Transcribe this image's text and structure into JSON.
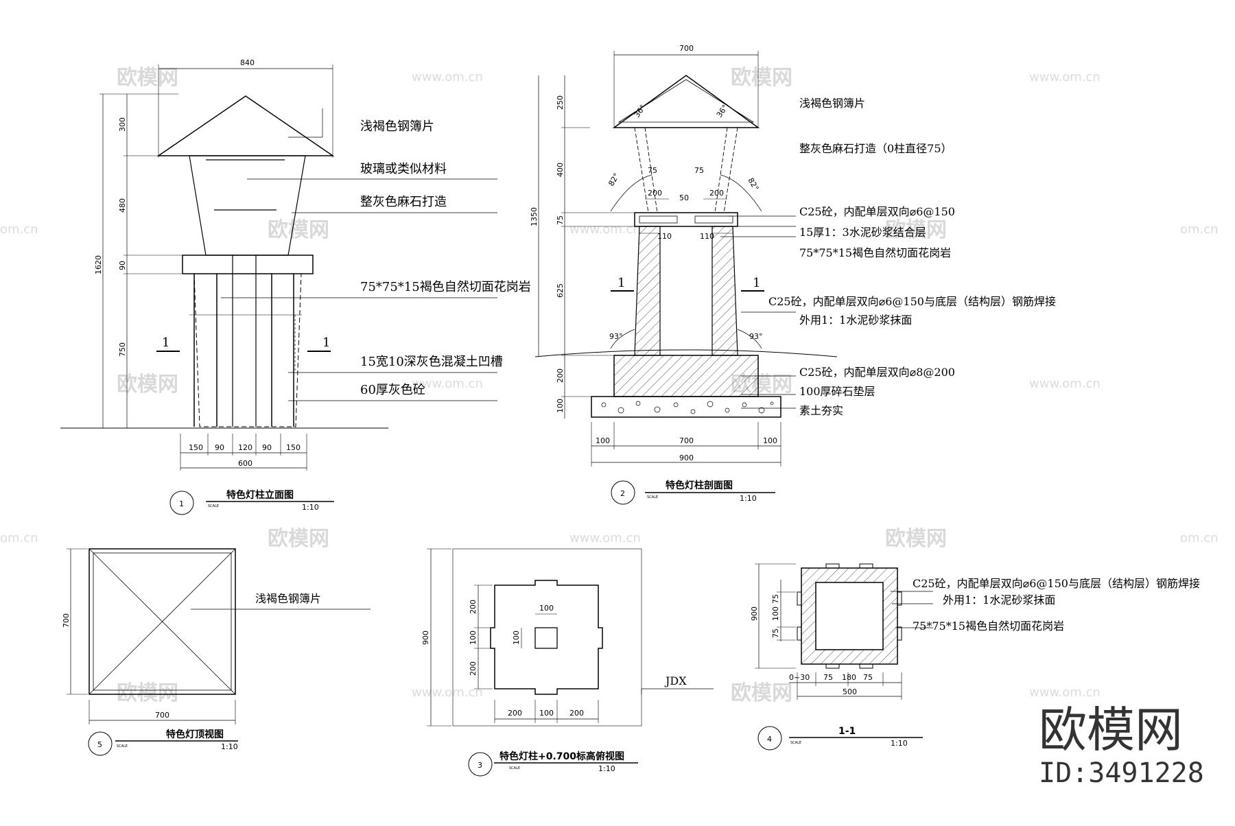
{
  "drawings": {
    "elevation": {
      "number": "1",
      "title": "特色灯柱立面图",
      "scale_label": "SCALE",
      "scale": "1:10",
      "labels": [
        "浅褐色钢簿片",
        "玻璃或类似材料",
        "整灰色麻石打造",
        "75*75*15褐色自然切面花岗岩",
        "15宽10深灰色混凝土凹槽",
        "60厚灰色砼"
      ],
      "dims_top": "840",
      "dims_left": [
        "300",
        "480",
        "90",
        "750"
      ],
      "dim_total": "1620",
      "dims_bottom": [
        "150",
        "90",
        "120",
        "90",
        "150"
      ],
      "dim_bottom_total": "600",
      "section_mark": "1"
    },
    "section": {
      "number": "2",
      "title": "特色灯柱剖面图",
      "scale_label": "SCALE",
      "scale": "1:10",
      "labels": [
        "浅褐色钢簿片",
        "整灰色麻石打造（0柱直径75）",
        "C25砼，内配单层双向⌀6@150",
        "15厚1：3水泥砂浆结合层",
        "75*75*15褐色自然切面花岗岩",
        "C25砼，内配单层双向⌀6@150与底层（结构层）钢筋焊接",
        "外用1：1水泥砂浆抹面",
        "C25砼，内配单层双向⌀8@200",
        "100厚碎石垫层",
        "素土夯实"
      ],
      "dims_top": "700",
      "dims_left": [
        "250",
        "400",
        "75",
        "625",
        "200",
        "100"
      ],
      "dim_total": "1350",
      "dims_inner": [
        "75",
        "75",
        "200",
        "50",
        "200",
        "110",
        "110"
      ],
      "angles": [
        "36°",
        "36°",
        "82°",
        "82°",
        "93°",
        "93°"
      ],
      "dims_bottom": [
        "100",
        "700",
        "100"
      ],
      "dim_bottom_total": "900",
      "section_mark": "1"
    },
    "plan_top": {
      "number": "3",
      "title": "特色灯柱+0.700标高俯视图",
      "scale_label": "SCALE",
      "scale": "1:10",
      "dims_left": [
        "200",
        "100",
        "200"
      ],
      "dim_total": "900",
      "dims_inner": [
        "100",
        "100"
      ],
      "dims_bottom": [
        "200",
        "100",
        "200"
      ],
      "label_jdx": "JDX"
    },
    "section_1_1": {
      "number": "4",
      "title": "1-1",
      "scale_label": "SCALE",
      "scale": "1:10",
      "labels": [
        "C25砼，内配单层双向⌀6@150与底层（结构层）钢筋焊接",
        "外用1：1水泥砂浆抹面",
        "75*75*15褐色自然切面花岗岩"
      ],
      "dims_left": [
        "75",
        "100",
        "75"
      ],
      "dim_total": "900",
      "dims_bottom": [
        "0~30",
        "75",
        "180",
        "75"
      ],
      "dim_bottom_total": "500"
    },
    "roof_plan": {
      "number": "5",
      "title": "特色灯顶视图",
      "scale_label": "SCALE",
      "scale": "1:10",
      "label": "浅褐色钢簿片",
      "dim_left": "700",
      "dim_bottom": "700"
    }
  },
  "watermark": {
    "logo_text": "欧模网",
    "url": "www.om.cn",
    "url_short": "om.cn"
  },
  "brand": {
    "name": "欧模网",
    "id": "ID:3491228"
  }
}
